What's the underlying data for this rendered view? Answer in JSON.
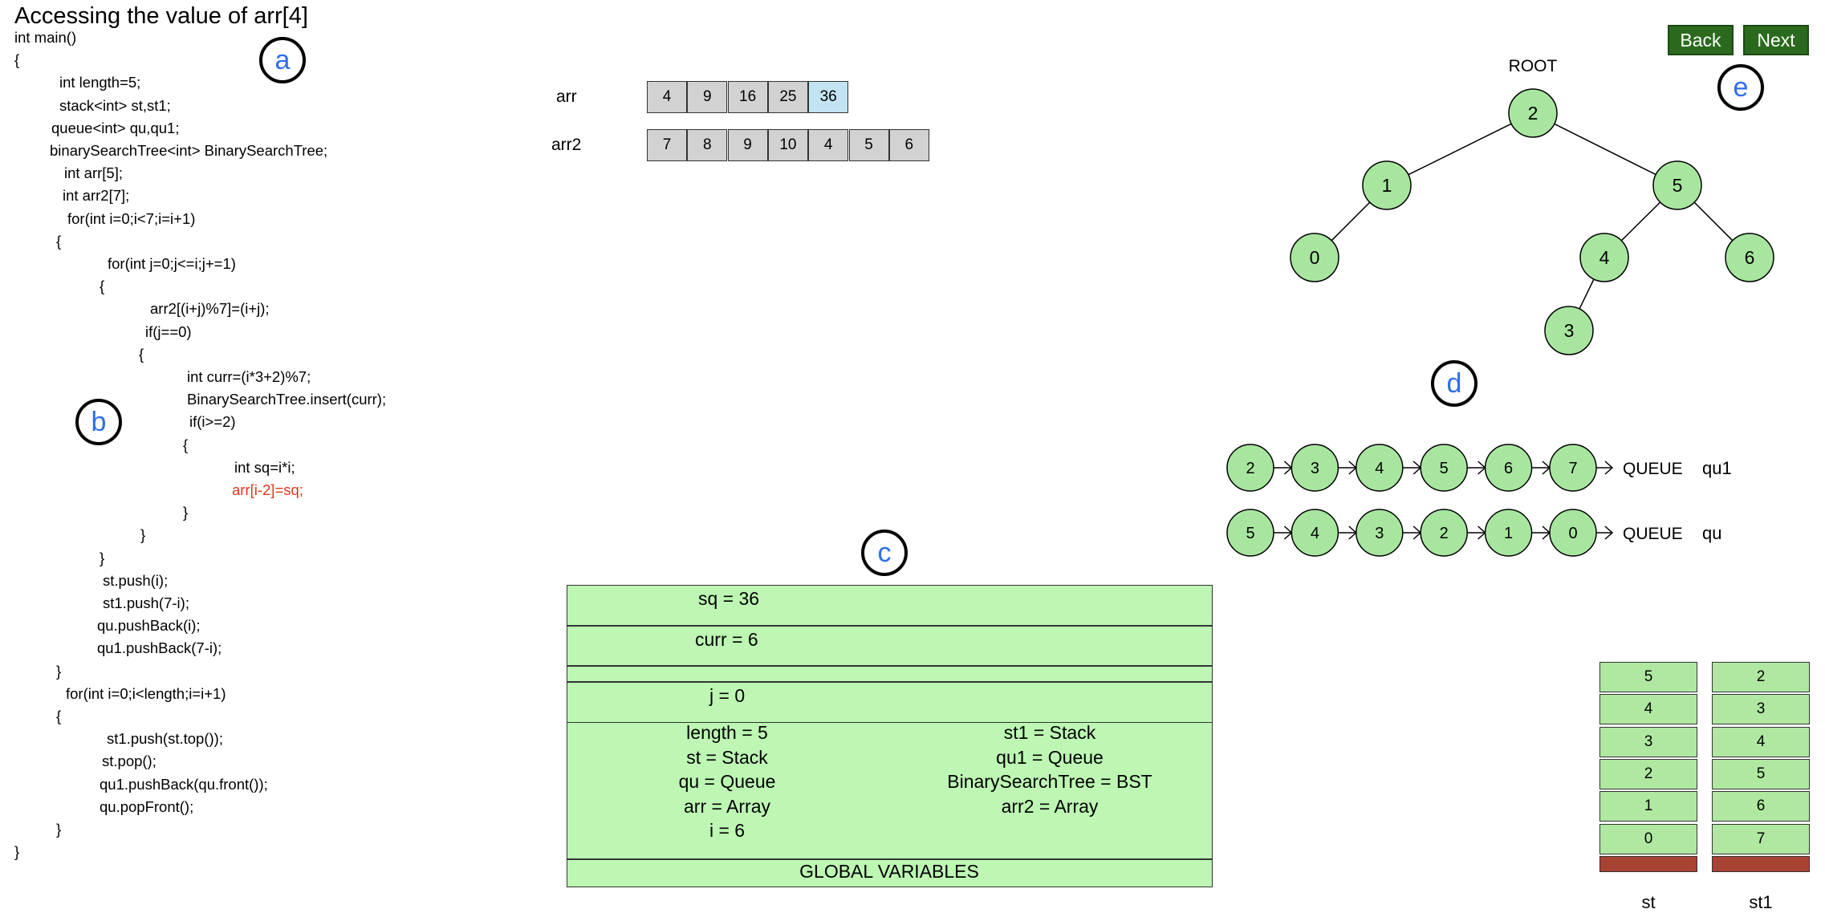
{
  "title": "Accessing the value of arr[4]",
  "code_lines": [
    "int main()",
    "{",
    "int length=5;",
    "stack<int> st,st1;",
    "queue<int> qu,qu1;",
    "binarySearchTree<int> BinarySearchTree;",
    "int arr[5];",
    "int arr2[7];",
    "for(int i=0;i<7;i=i+1)",
    "{",
    "for(int j=0;j<=i;j+=1)",
    "{",
    "arr2[(i+j)%7]=(i+j);",
    "if(j==0)",
    "{",
    "int curr=(i*3+2)%7;",
    "BinarySearchTree.insert(curr);",
    "if(i>=2)",
    "{",
    "int sq=i*i;",
    "arr[i-2]=sq;",
    "}",
    "}",
    "}",
    "st.push(i);",
    "st1.push(7-i);",
    "qu.pushBack(i);",
    "qu1.pushBack(7-i);",
    "}",
    "for(int i=0;i<length;i=i+1)",
    "{",
    "st1.push(st.top());",
    "st.pop();",
    "qu1.pushBack(qu.front());",
    "qu.popFront();",
    "}",
    "}"
  ],
  "highlighted_line": 20,
  "markers": [
    "a",
    "b",
    "c",
    "d",
    "e"
  ],
  "arrays": {
    "arr": {
      "label": "arr",
      "values": [
        "4",
        "9",
        "16",
        "25",
        "36"
      ],
      "active_index": 4
    },
    "arr2": {
      "label": "arr2",
      "values": [
        "7",
        "8",
        "9",
        "10",
        "4",
        "5",
        "6"
      ]
    }
  },
  "buttons": {
    "back": "Back",
    "next": "Next"
  },
  "tree": {
    "root_label": "ROOT",
    "nodes": [
      "2",
      "1",
      "5",
      "0",
      "4",
      "6",
      "3"
    ]
  },
  "queues": [
    {
      "label": "QUEUE",
      "name": "qu1",
      "values": [
        "2",
        "3",
        "4",
        "5",
        "6",
        "7"
      ]
    },
    {
      "label": "QUEUE",
      "name": "qu",
      "values": [
        "5",
        "4",
        "3",
        "2",
        "1",
        "0"
      ]
    }
  ],
  "memory": {
    "frames": [
      {
        "text": "sq = 36"
      },
      {
        "text": "curr = 6"
      },
      {
        "text": ""
      },
      {
        "text": "j = 0"
      }
    ],
    "globals_left": [
      "length = 5",
      "st = Stack",
      "qu = Queue",
      "arr = Array",
      "i = 6"
    ],
    "globals_right": [
      "st1 = Stack",
      "qu1 = Queue",
      "BinarySearchTree = BST",
      "arr2 = Array"
    ],
    "globals_label": "GLOBAL VARIABLES"
  },
  "stacks": [
    {
      "name": "st",
      "values": [
        "5",
        "4",
        "3",
        "2",
        "1",
        "0"
      ]
    },
    {
      "name": "st1",
      "values": [
        "2",
        "3",
        "4",
        "5",
        "6",
        "7"
      ]
    }
  ],
  "colors": {
    "node_fill": "#a8e6a0",
    "memory_fill": "#bdf7b3",
    "button_fill": "#2b6a1e",
    "active_cell": "#c2e3f2",
    "highlight_text": "#e8341c",
    "stack_base": "#a84232"
  }
}
